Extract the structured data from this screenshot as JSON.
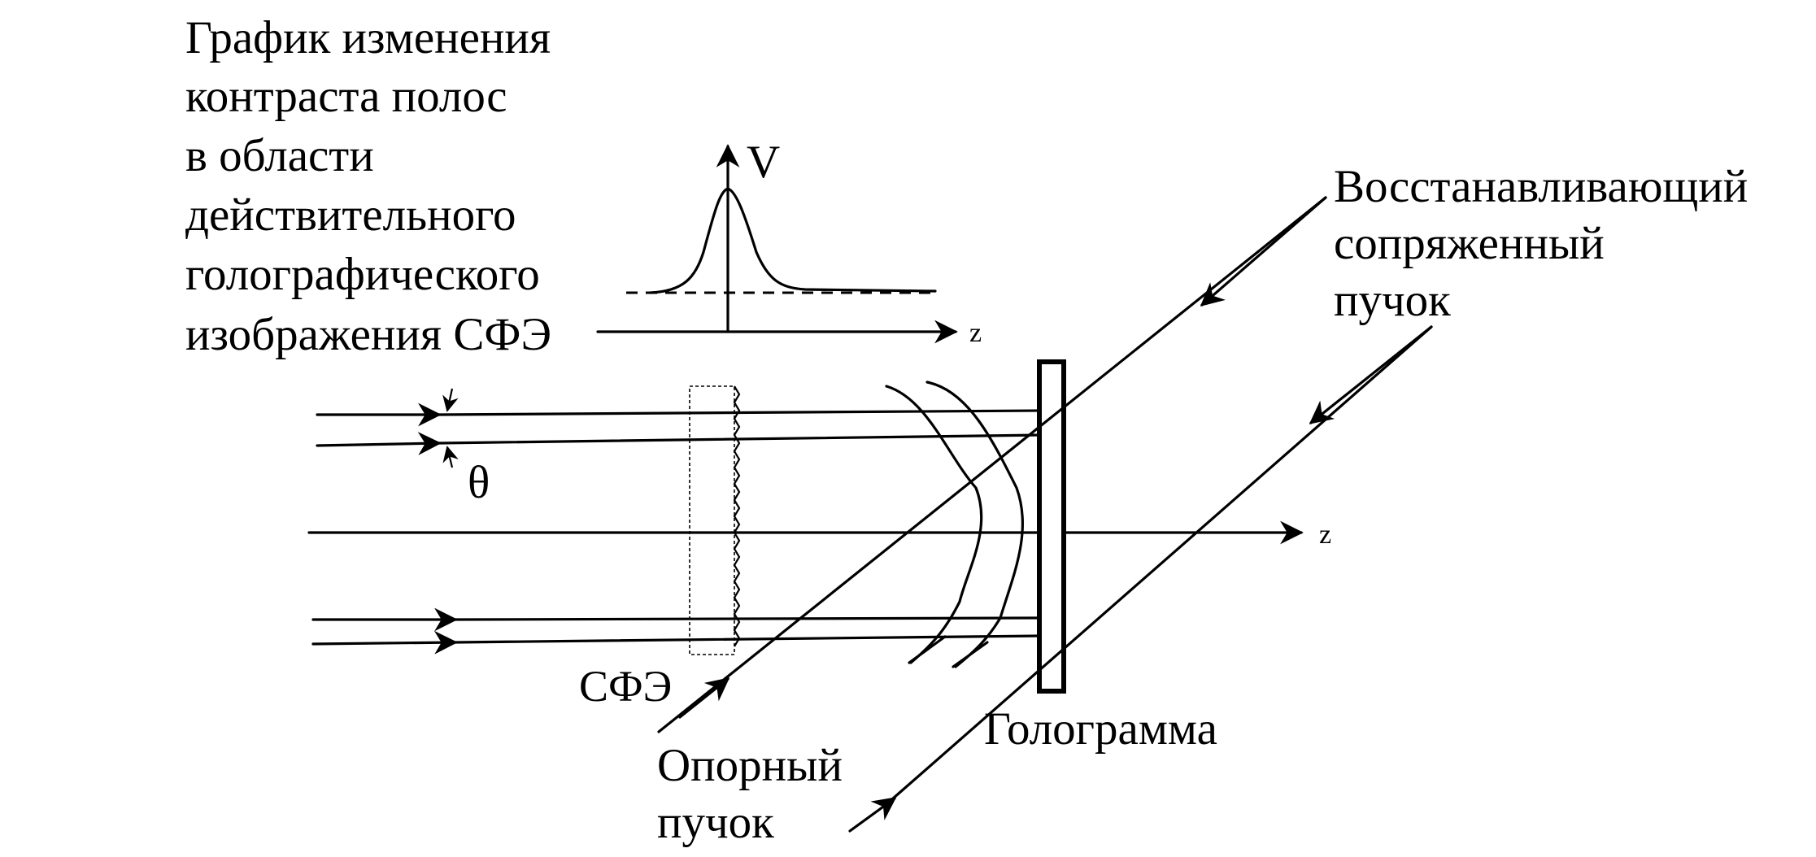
{
  "caption_lines": [
    "График изменения",
    "контраста полос",
    "в области",
    "действительного",
    "голографического",
    "изображения  СФЭ"
  ],
  "graph": {
    "y_label": "V",
    "x_label": "z"
  },
  "axis_label": "z",
  "theta": "θ",
  "element_label": "СФЭ",
  "hologram_label": "Голограмма",
  "reference_beam": [
    "Опорный",
    "пучок"
  ],
  "reconstructing_beam": [
    "Восстанавливающий",
    "сопряженный",
    "пучок"
  ]
}
